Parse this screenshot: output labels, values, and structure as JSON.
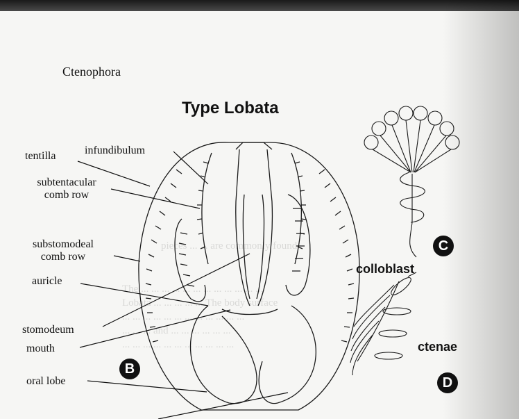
{
  "phylum": "Ctenophora",
  "title": "Type Lobata",
  "labels": {
    "tentilla": "tentilla",
    "infundibulum": "infundibulum",
    "subtentacular_1": "subtentacular",
    "subtentacular_2": "comb row",
    "substomodeal_1": "substomodeal",
    "substomodeal_2": "comb row",
    "auricle": "auricle",
    "stomodeum": "stomodeum",
    "mouth": "mouth",
    "oral_lobe": "oral lobe",
    "colloblast": "colloblast",
    "ctenae": "ctenae"
  },
  "badges": {
    "b": "B",
    "c": "C",
    "d": "D"
  },
  "bleed_text": [
    "pieces ... ... are commonly found",
    "The ... ... ... ... ... ... ... ... ... ... ... ...",
    "Lobata ... ... ... ... ... The body surface",
    "... ... ... ... ... ... ... ... ... ... ... ...",
    "... ... ... and ... ... ... ... ... ...",
    "... ... ... ... ... ... ... ... ... ... ..."
  ]
}
